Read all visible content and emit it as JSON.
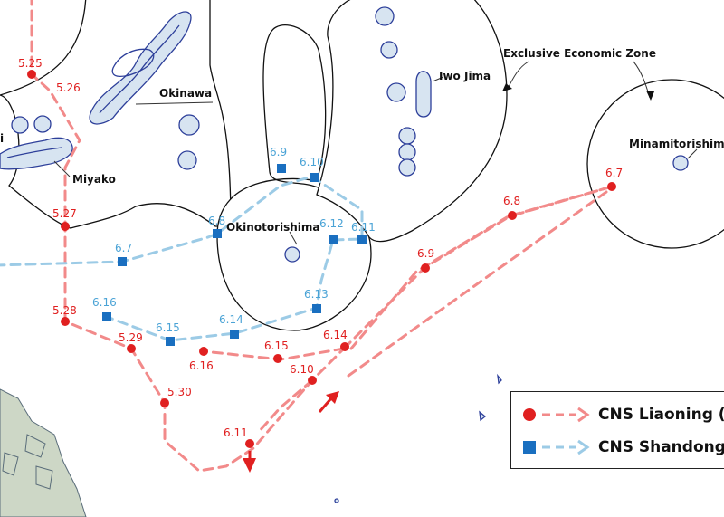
{
  "map": {
    "eez_label": "Exclusive Economic Zone",
    "places": [
      {
        "id": "okinawa",
        "name": "Okinawa"
      },
      {
        "id": "miyako",
        "name": "Miyako"
      },
      {
        "id": "iwo-jima",
        "name": "Iwo Jima"
      },
      {
        "id": "okinotorishima",
        "name": "Okinotorishima"
      },
      {
        "id": "minamitorishima",
        "name": "Minamitorishima"
      }
    ],
    "edge_fragment": "i",
    "liaoning_dates": [
      "5.25",
      "5.26",
      "5.27",
      "5.28",
      "5.29",
      "5.30",
      "6.11",
      "6.10",
      "6.16",
      "6.15",
      "6.14",
      "6.9",
      "6.8",
      "6.7"
    ],
    "shandong_dates": [
      "6.7",
      "6.8",
      "6.9",
      "6.10",
      "6.12",
      "6.11",
      "6.13",
      "6.14",
      "6.15",
      "6.16"
    ],
    "colors": {
      "liaoning": "#e02020",
      "shandong": "#1a6fc0",
      "land_fill": "#d7e4f1",
      "land_outline": "#2d3f9a"
    }
  },
  "legend": {
    "liaoning": "CNS Liaoning (",
    "shandong": "CNS Shandong"
  }
}
